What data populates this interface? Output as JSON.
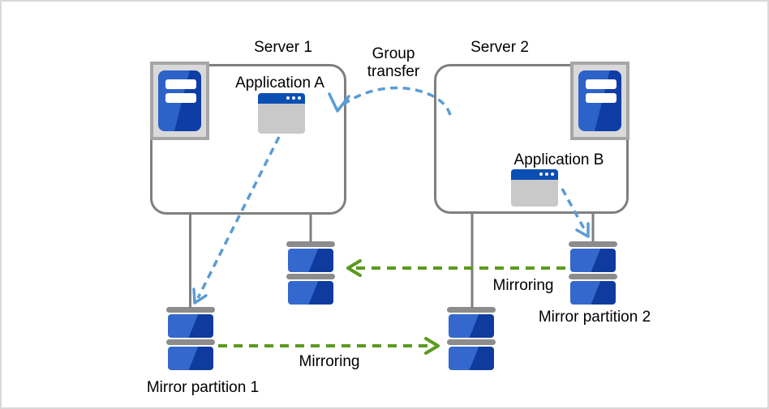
{
  "labels": {
    "group_transfer": "Group transfer",
    "mirroring_upper": "Mirroring",
    "mirroring_lower": "Mirroring",
    "mirror_partition_1": "Mirror partition 1",
    "mirror_partition_2": "Mirror partition 2"
  },
  "servers": [
    {
      "label": "Server 1",
      "app_label": "Application A"
    },
    {
      "label": "Server 2",
      "app_label": "Application B"
    }
  ],
  "icons": {
    "server": "server-tower-icon",
    "application": "app-window-icon",
    "disk": "disk-stack-icon"
  },
  "colors": {
    "background": "#ffffff",
    "frame_border": "#d9d9d9",
    "box_border": "#7f7f7f",
    "connector_gray": "#7f7f7f",
    "icon_frame": "#a6a6a6",
    "icon_frame_fill": "#d9d9d9",
    "tower_blue_light": "#2d62c8",
    "tower_blue_dark": "#0f3da6",
    "disk_blue_light": "#3568cd",
    "disk_blue_dark": "#0f3b9e",
    "disk_cap_gray": "#8c8c8c",
    "titlebar_blue": "#0c4fb3",
    "window_body_gray": "#c9c9c9",
    "arrow_blue": "#5b9bd5",
    "arrow_green": "#5a9b1e",
    "text_color": "#000000"
  }
}
